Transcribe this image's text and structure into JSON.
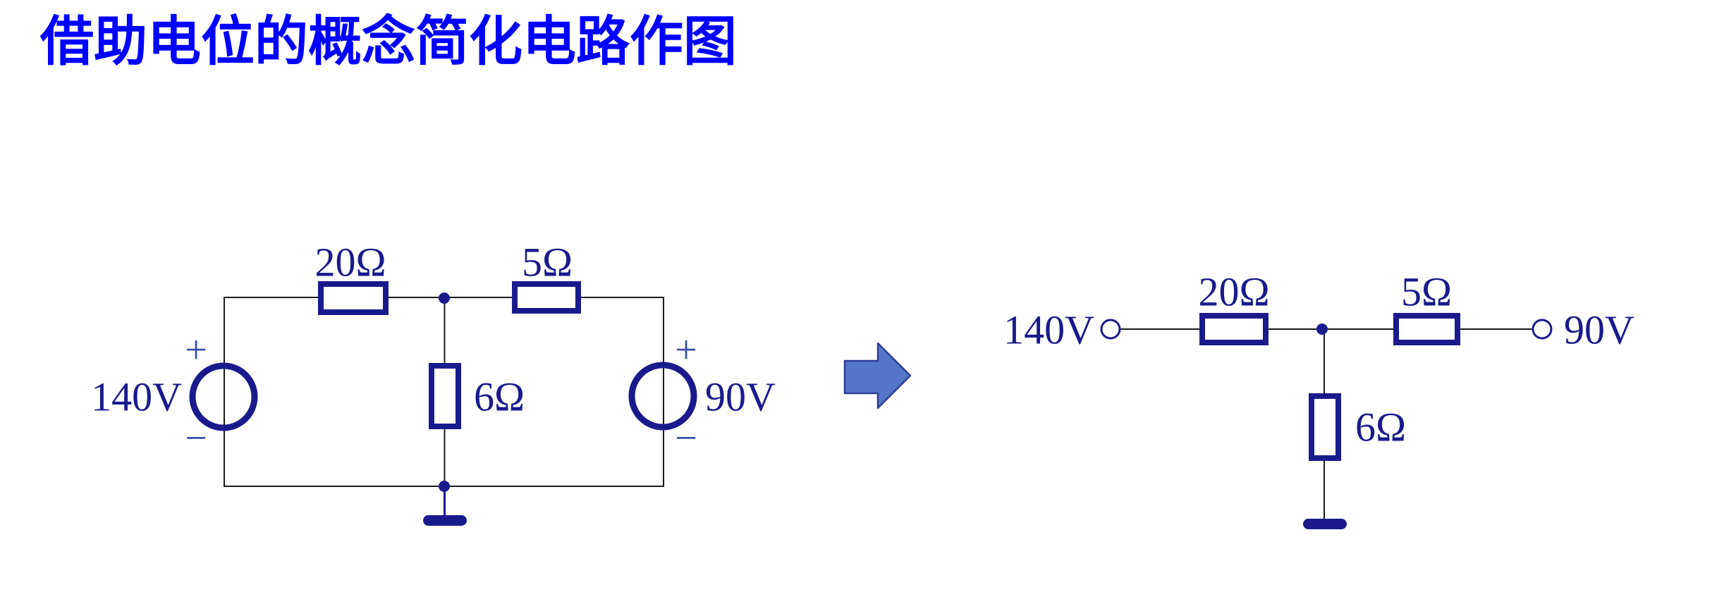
{
  "title": {
    "text": "借助电位的概念简化电路作图"
  },
  "palette": {
    "title_blue": "#0000FF",
    "component_navy": "#1A1A8C",
    "wire_dark": "#1A1A1A",
    "polarity_blue": "#3A50A5",
    "arrow_fill": "#5575C8",
    "arrow_outline": "#2E3F94",
    "background": "#FFFFFF"
  },
  "left_circuit": {
    "source_left_label": "140V",
    "source_right_label": "90V",
    "resistor_top_left_label": "20Ω",
    "resistor_top_right_label": "5Ω",
    "resistor_middle_label": "6Ω",
    "plus_sign": "+",
    "minus_sign": "−"
  },
  "arrow": {
    "direction": "right"
  },
  "right_circuit": {
    "terminal_left_label": "140V",
    "terminal_right_label": "90V",
    "resistor_left_label": "20Ω",
    "resistor_right_label": "5Ω",
    "resistor_down_label": "6Ω"
  }
}
